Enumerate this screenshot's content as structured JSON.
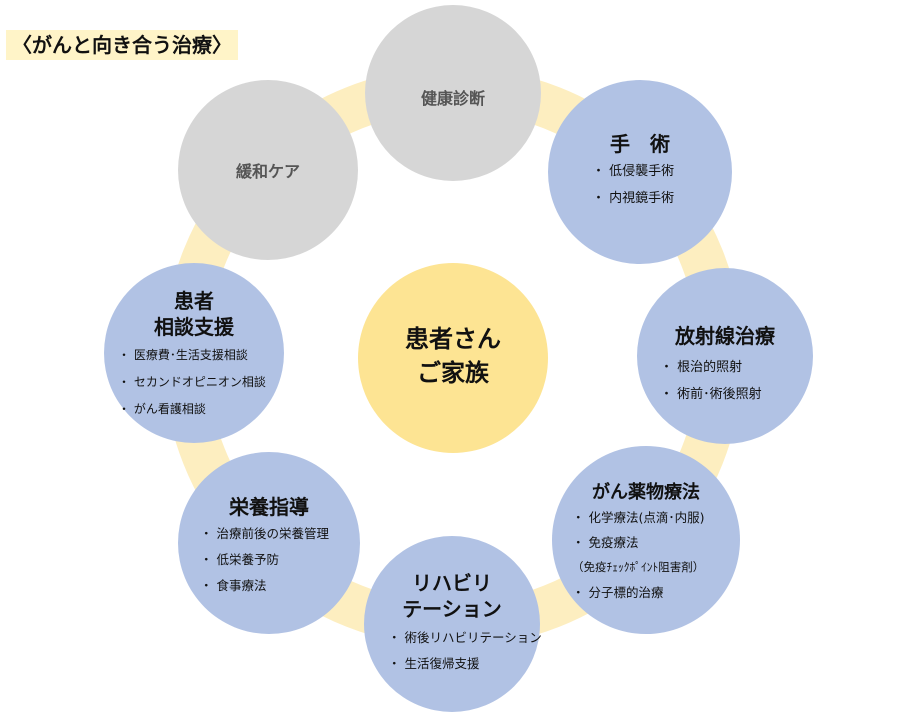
{
  "title": "〈がんと向き合う治療〉",
  "center": {
    "line1": "患者さん",
    "line2": "ご家族"
  },
  "nodes": {
    "checkup": {
      "label": "健康診断"
    },
    "palliative": {
      "label": "緩和ケア"
    },
    "surgery": {
      "label": "手　術",
      "items": [
        "・ 低侵襲手術",
        "・ 内視鏡手術"
      ]
    },
    "radiation": {
      "label": "放射線治療",
      "items": [
        "・ 根治的照射",
        "・ 術前･術後照射"
      ]
    },
    "drug": {
      "label": "がん薬物療法",
      "items": [
        "・ 化学療法(点滴･内服)",
        "・ 免疫療法",
        "（免疫ﾁｪｯｸﾎﾟｲﾝﾄ阻害剤）",
        "・ 分子標的治療"
      ]
    },
    "rehab": {
      "label1": "リハビリ",
      "label2": "テーション",
      "items": [
        "・ 術後リハビリテーション",
        "・ 生活復帰支援"
      ]
    },
    "nutrition": {
      "label": "栄養指導",
      "items": [
        "・ 治療前後の栄養管理",
        "・ 低栄養予防",
        "・ 食事療法"
      ]
    },
    "support": {
      "label1": "患者",
      "label2": "相談支援",
      "items": [
        "・ 医療費･生活支援相談",
        "・ セカンドオピニオン相談",
        "・ がん看護相談"
      ]
    }
  },
  "colors": {
    "gray": "#d6d6d6",
    "blue": "#b1c2e4",
    "center": "#fde493",
    "ring": "#fdeec0",
    "title_bg": "#fff4c8"
  }
}
